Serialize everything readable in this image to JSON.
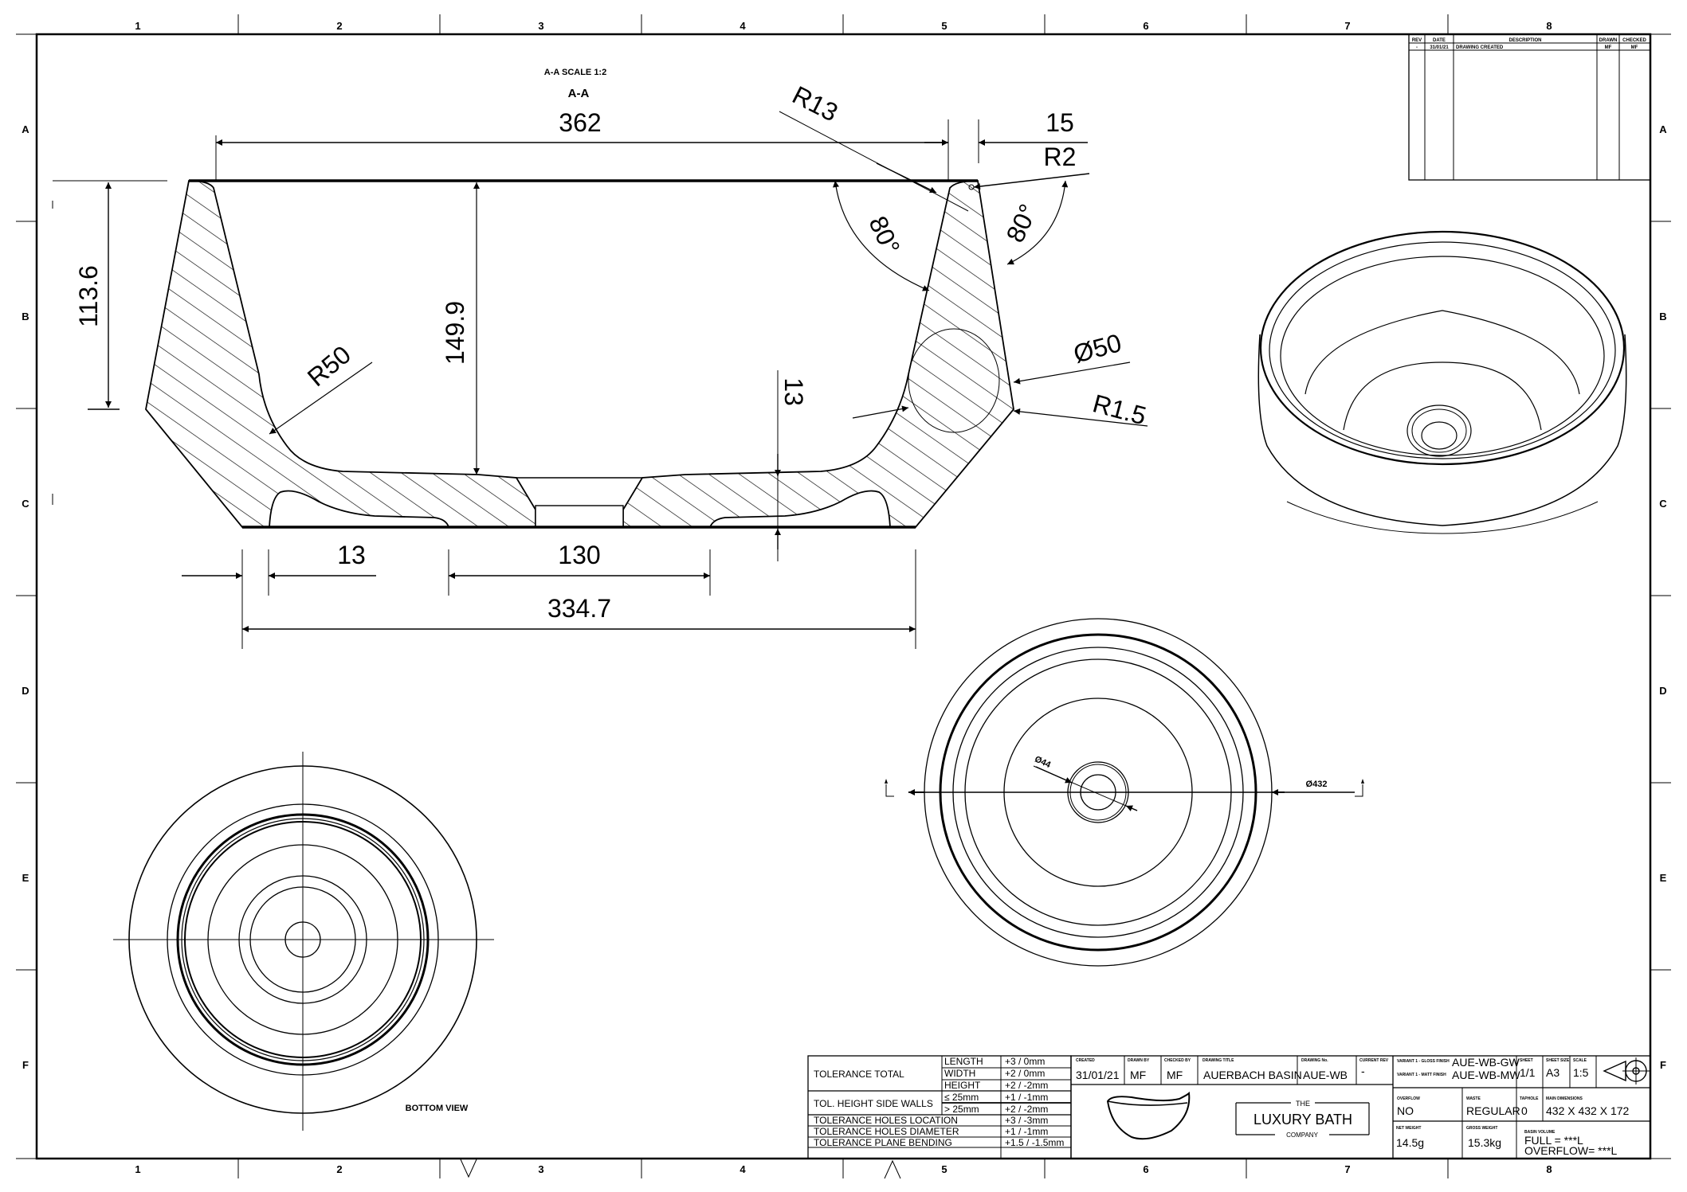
{
  "drawing": {
    "section_title": "A-A SCALE 1:2",
    "section_label": "A-A",
    "bottom_view_label": "BOTTOM VIEW"
  },
  "frame": {
    "columns": [
      "1",
      "2",
      "3",
      "4",
      "5",
      "6",
      "7",
      "8"
    ],
    "rows": [
      "A",
      "B",
      "C",
      "D",
      "E",
      "F"
    ]
  },
  "dimensions": {
    "top_width": "362",
    "rim_width": "15",
    "r13": "R13",
    "r2": "R2",
    "angle_inner": "80°",
    "angle_outer": "80°",
    "height_outer": "113.6",
    "height_inner": "149.9",
    "r50": "R50",
    "detail_dia": "Ø50",
    "r1_5": "R1.5",
    "base_thickness": "13",
    "foot_width": "13",
    "waste_width": "130",
    "base_width": "334.7",
    "waste_dia": "Ø44",
    "overall_dia": "Ø432"
  },
  "revision_table": {
    "headers": [
      "REV",
      "DATE",
      "DESCRIPTION",
      "DRAWN",
      "CHECKED"
    ],
    "rows": [
      [
        "-",
        "31/01/21",
        "DRAWING CREATED",
        "MF",
        "MF"
      ]
    ]
  },
  "tolerances": {
    "total_label": "TOLERANCE TOTAL",
    "total_rows": [
      {
        "name": "LENGTH",
        "value": "+3 / 0mm"
      },
      {
        "name": "WIDTH",
        "value": "+2 / 0mm"
      },
      {
        "name": "HEIGHT",
        "value": "+2 / -2mm"
      }
    ],
    "side_walls_label": "TOL. HEIGHT SIDE WALLS",
    "side_rows": [
      {
        "name": "≤  25mm",
        "value": "+1 / -1mm"
      },
      {
        "name": ">  25mm",
        "value": "+2 / -2mm"
      }
    ],
    "other_rows": [
      {
        "name": "TOLERANCE HOLES LOCATION",
        "value": "+3 / -3mm"
      },
      {
        "name": "TOLERANCE HOLES DIAMETER",
        "value": "+1 / -1mm"
      },
      {
        "name": "TOLERANCE PLANE BENDING",
        "value": "+1.5 / -1.5mm"
      }
    ]
  },
  "title_block": {
    "created_label": "CREATED",
    "created": "31/01/21",
    "drawn_by_label": "DRAWN BY",
    "drawn_by": "MF",
    "checked_by_label": "CHECKED BY",
    "checked_by": "MF",
    "title_label": "DRAWING TITLE",
    "title": "AUERBACH BASIN",
    "drawing_no_label": "DRAWING No.",
    "drawing_no": "AUE-WB",
    "current_rev_label": "CURRENT REV",
    "current_rev": "-",
    "variant1_label": "VARIANT 1 - GLOSS FINISH",
    "variant1": "AUE-WB-GW",
    "variant2_label": "VARIANT 1 - MATT FINISH",
    "variant2": "AUE-WB-MW",
    "sheet_label": "SHEET",
    "sheet": "1/1",
    "sheet_size_label": "SHEET SIZE",
    "sheet_size": "A3",
    "scale_label": "SCALE",
    "scale": "1:5",
    "overflow_label": "OVERFLOW",
    "overflow": "NO",
    "waste_label": "WASTE",
    "waste": "REGULAR",
    "tapholes_label": "TAPHOLE",
    "tapholes": "0",
    "main_dims_label": "MAIN DIMENSIONS",
    "main_dims": "432 X 432 X 172",
    "net_weight_label": "NET WEIGHT",
    "net_weight": "14.5g",
    "gross_weight_label": "GROSS WEIGHT",
    "gross_weight": "15.3kg",
    "basin_volume_label": "BASIN VOLUME",
    "volume_full": "FULL = ***L",
    "volume_overflow": "OVERFLOW= ***L"
  },
  "logo": {
    "the": "THE",
    "name": "LUXURY BATH",
    "company": "COMPANY"
  }
}
